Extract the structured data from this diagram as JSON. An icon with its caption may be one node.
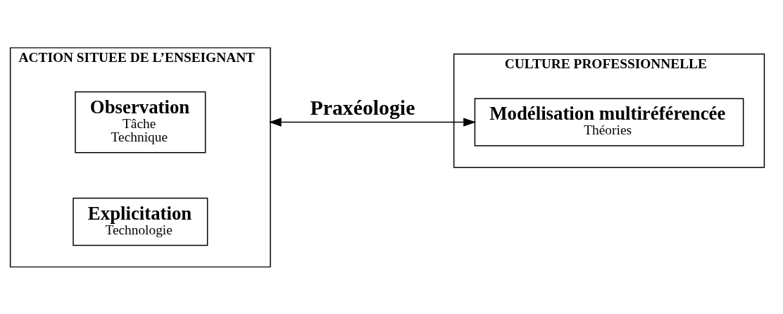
{
  "diagram": {
    "nodes": [
      {
        "text": [
          "ACTION SITUEE DE L’ENSEIGNANT"
        ]
      },
      {
        "text": [
          "Observation",
          "Tâche",
          "Technique"
        ],
        "in": 0
      },
      {
        "text": [
          "Explicitation",
          "Technologie"
        ],
        "in": 0
      },
      {
        "text": [
          "CULTURE PROFESSIONNELLE"
        ]
      },
      {
        "text": [
          "Modélisation multiréférencée",
          "Théories"
        ],
        "in": 3
      }
    ],
    "edges": [
      {
        "from": 0,
        "to": 4,
        "arrow": "both",
        "label": "Praxéologie"
      }
    ]
  }
}
